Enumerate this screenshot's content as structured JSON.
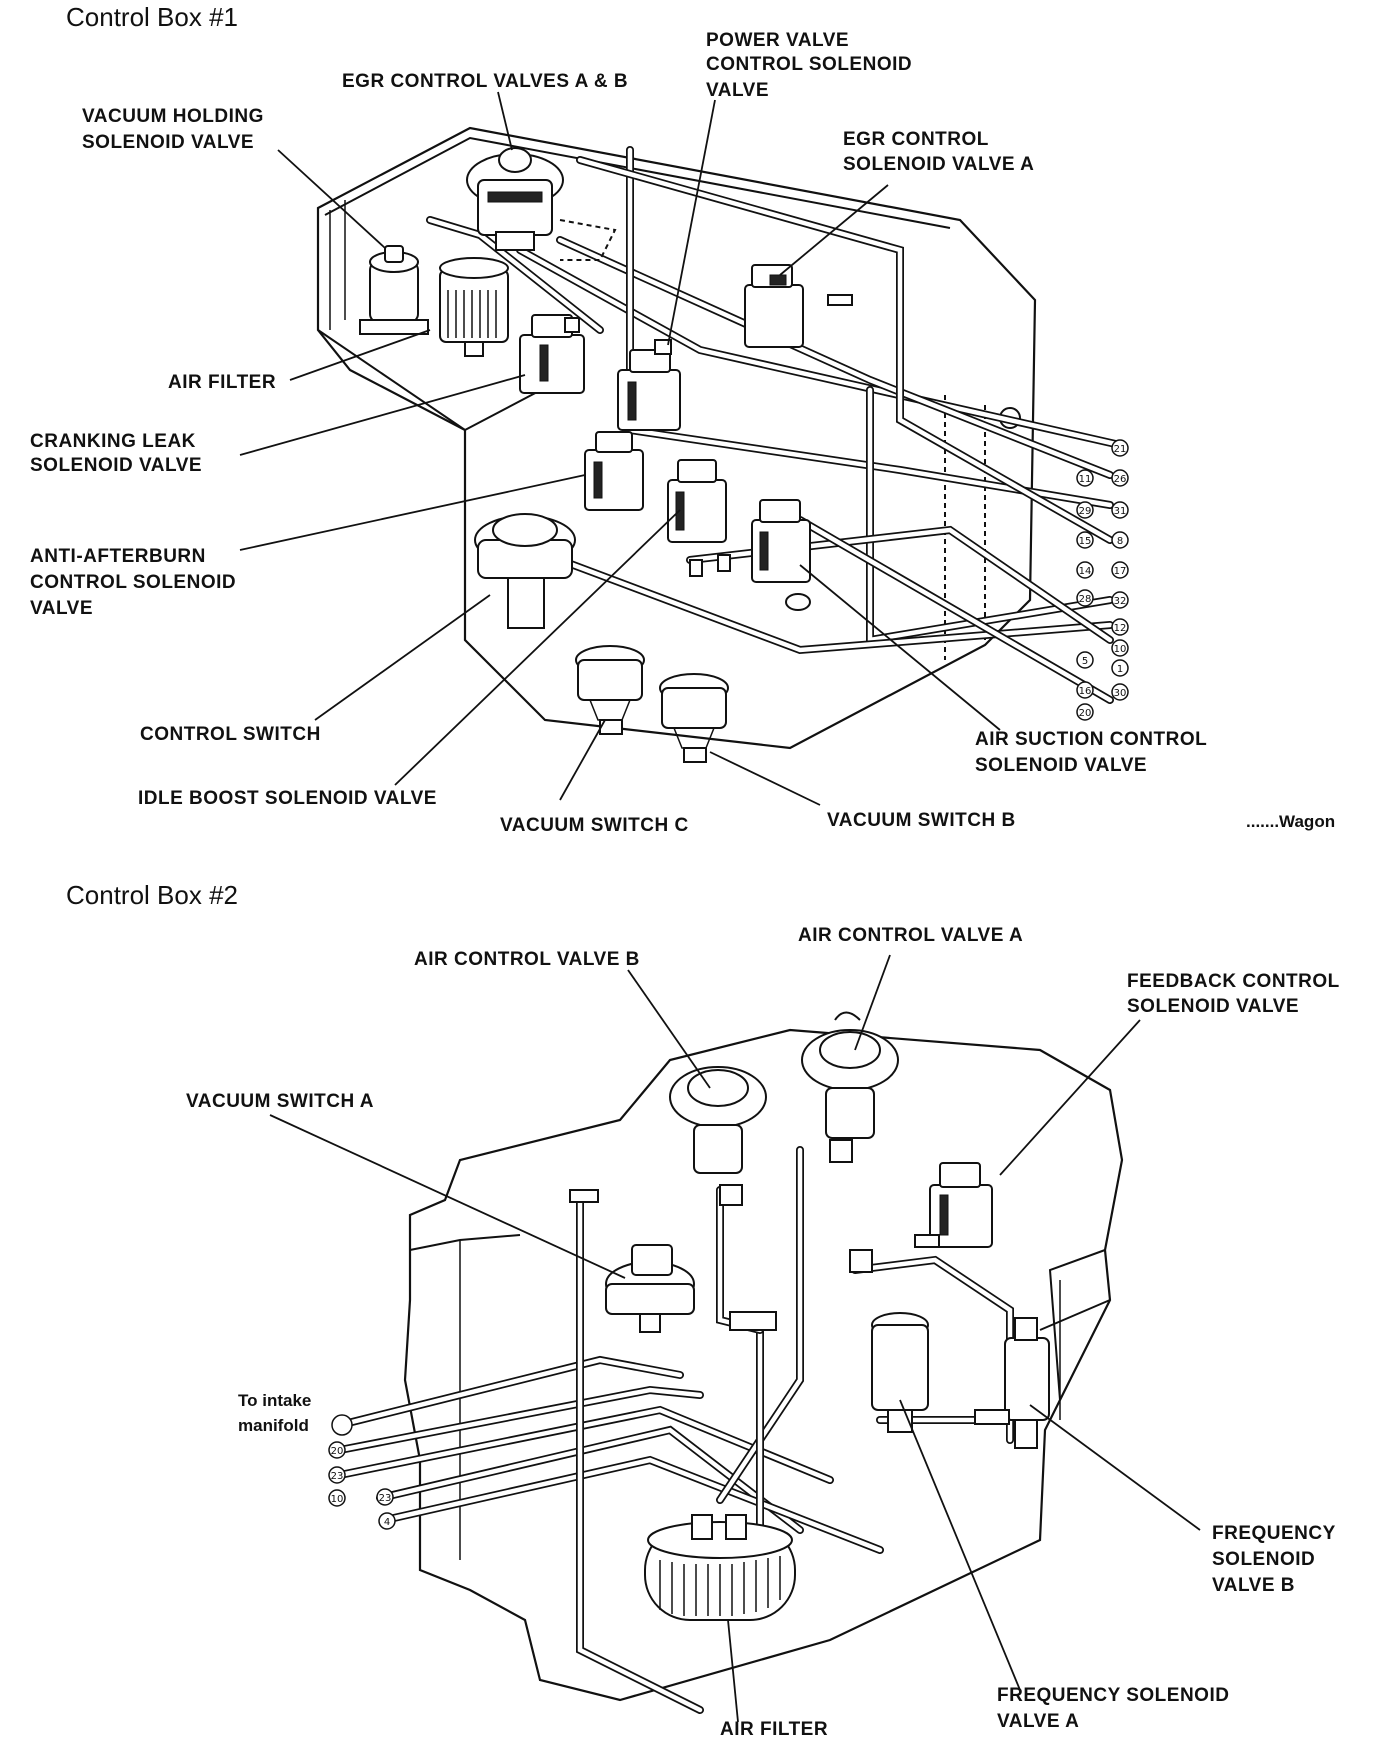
{
  "box1": {
    "title": "Control Box #1",
    "labels": {
      "egr_valves": "EGR CONTROL VALVES A & B",
      "power_valve_1": "POWER VALVE",
      "power_valve_2": "CONTROL SOLENOID",
      "power_valve_3": "VALVE",
      "vacuum_holding_1": "VACUUM HOLDING",
      "vacuum_holding_2": "SOLENOID VALVE",
      "egr_solenoid_1": "EGR CONTROL",
      "egr_solenoid_2": "SOLENOID VALVE A",
      "air_filter": "AIR FILTER",
      "cranking_1": "CRANKING LEAK",
      "cranking_2": "SOLENOID VALVE",
      "anti_1": "ANTI-AFTERBURN",
      "anti_2": "CONTROL SOLENOID",
      "anti_3": "VALVE",
      "control_switch": "CONTROL SWITCH",
      "idle_boost": "IDLE BOOST SOLENOID VALVE",
      "vacuum_c": "VACUUM SWITCH C",
      "vacuum_b": "VACUUM SWITCH B",
      "air_suction_1": "AIR SUCTION CONTROL",
      "air_suction_2": "SOLENOID VALVE",
      "wagon": ".......Wagon"
    },
    "pins": [
      "21",
      "11",
      "26",
      "29",
      "31",
      "15",
      "8",
      "14",
      "17",
      "28",
      "32",
      "12",
      "10",
      "5",
      "1",
      "16",
      "30",
      "20"
    ]
  },
  "box2": {
    "title": "Control Box #2",
    "labels": {
      "air_b": "AIR CONTROL VALVE B",
      "air_a": "AIR CONTROL VALVE A",
      "feedback_1": "FEEDBACK CONTROL",
      "feedback_2": "SOLENOID VALVE",
      "vacuum_a": "VACUUM SWITCH A",
      "intake_1": "To intake",
      "intake_2": "manifold",
      "freq_b_1": "FREQUENCY",
      "freq_b_2": "SOLENOID",
      "freq_b_3": "VALVE B",
      "freq_a_1": "FREQUENCY SOLENOID",
      "freq_a_2": "VALVE A",
      "air_filter": "AIR FILTER"
    },
    "pins": [
      "20",
      "23",
      "10",
      "23",
      "4"
    ]
  }
}
